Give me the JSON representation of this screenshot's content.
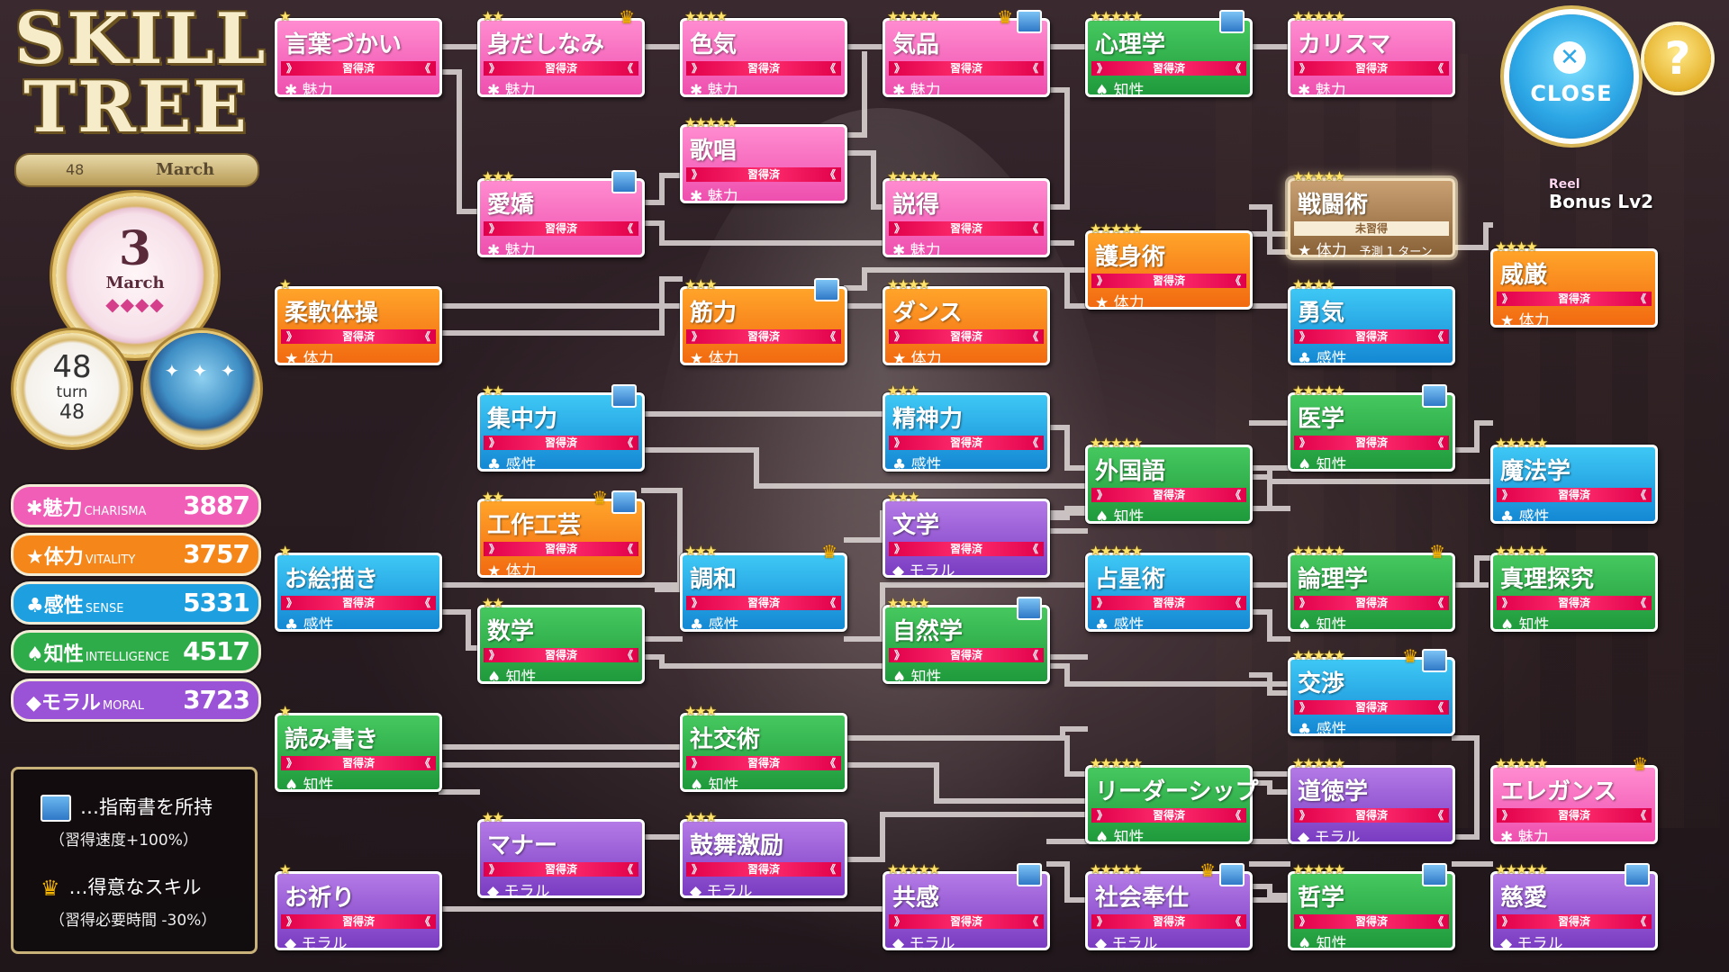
{
  "title": {
    "line1": "SKILL",
    "line2": "TREE"
  },
  "calendar": {
    "turn_label": "turn",
    "turn_small": "48",
    "month_small": "March",
    "day": "3",
    "month": "March",
    "month_marks": "◆◆◆◆"
  },
  "turn": {
    "value": "48",
    "label": "turn",
    "remaining": "48"
  },
  "sky": {
    "stars": "✦ ✦ ✦"
  },
  "stats": [
    {
      "icon": "✱",
      "label": "魅力",
      "sub": "CHARISMA",
      "value": "3887",
      "color": "#f05eb7"
    },
    {
      "icon": "★",
      "label": "体力",
      "sub": "VITALITY",
      "value": "3757",
      "color": "#f5861a"
    },
    {
      "icon": "♣",
      "label": "感性",
      "sub": "SENSE",
      "value": "5331",
      "color": "#1ea0e0"
    },
    {
      "icon": "♠",
      "label": "知性",
      "sub": "INTELLIGENCE",
      "value": "4517",
      "color": "#2eac4a"
    },
    {
      "icon": "◆",
      "label": "モラル",
      "sub": "MORAL",
      "value": "3723",
      "color": "#9a52d6"
    }
  ],
  "legend": {
    "book": "…指南書を所持",
    "book_note": "（習得速度+100%）",
    "crown": "…得意なスキル",
    "crown_note": "（習得必要時間 -30%）"
  },
  "band_learned": "習得済",
  "skills": [
    {
      "id": "kotobazukai",
      "name": "言葉づかい",
      "stars": "★",
      "cat": "✱ 魅力",
      "color": "pink"
    },
    {
      "id": "midashinami",
      "name": "身だしなみ",
      "stars": "★★",
      "cat": "✱ 魅力",
      "color": "pink",
      "crown": true
    },
    {
      "id": "iroke",
      "name": "色気",
      "stars": "★★★★",
      "cat": "✱ 魅力",
      "color": "pink"
    },
    {
      "id": "kihin",
      "name": "気品",
      "stars": "★★★★★",
      "cat": "✱ 魅力",
      "color": "pink",
      "crown": true,
      "book": true
    },
    {
      "id": "shinrigaku",
      "name": "心理学",
      "stars": "★★★★★",
      "cat": "♠ 知性",
      "color": "green",
      "book": true
    },
    {
      "id": "charisma",
      "name": "カリスマ",
      "stars": "★★★★★",
      "cat": "✱ 魅力",
      "color": "pink"
    },
    {
      "id": "kasho",
      "name": "歌唱",
      "stars": "★★★★★",
      "cat": "✱ 魅力",
      "color": "pink"
    },
    {
      "id": "aikyo",
      "name": "愛嬌",
      "stars": "★★★",
      "cat": "✱ 魅力",
      "color": "pink",
      "book": true
    },
    {
      "id": "settoku",
      "name": "説得",
      "stars": "★★★★★",
      "cat": "✱ 魅力",
      "color": "pink"
    },
    {
      "id": "sentojutsu",
      "name": "戦闘術",
      "stars": "★★★★★",
      "cat": "★ 体力",
      "color": "locked",
      "band": "未習得",
      "forecast": "予測 1 ターン"
    },
    {
      "id": "goshinjutsu",
      "name": "護身術",
      "stars": "★★★★★",
      "cat": "★ 体力",
      "color": "orange"
    },
    {
      "id": "igen",
      "name": "威厳",
      "stars": "★★★★",
      "cat": "★ 体力",
      "color": "orange"
    },
    {
      "id": "junantaiso",
      "name": "柔軟体操",
      "stars": "★",
      "cat": "★ 体力",
      "color": "orange"
    },
    {
      "id": "kinryoku",
      "name": "筋力",
      "stars": "★★★",
      "cat": "★ 体力",
      "color": "orange",
      "book": true
    },
    {
      "id": "dance",
      "name": "ダンス",
      "stars": "★★★★",
      "cat": "★ 体力",
      "color": "orange"
    },
    {
      "id": "yuki",
      "name": "勇気",
      "stars": "★★★★",
      "cat": "♣ 感性",
      "color": "blue"
    },
    {
      "id": "shuchuryoku",
      "name": "集中力",
      "stars": "★★",
      "cat": "♣ 感性",
      "color": "blue",
      "book": true
    },
    {
      "id": "seishinryoku",
      "name": "精神力",
      "stars": "★★★",
      "cat": "♣ 感性",
      "color": "blue"
    },
    {
      "id": "igaku",
      "name": "医学",
      "stars": "★★★★★",
      "cat": "♠ 知性",
      "color": "green",
      "book": true
    },
    {
      "id": "gaikokugo",
      "name": "外国語",
      "stars": "★★★★★",
      "cat": "♠ 知性",
      "color": "green"
    },
    {
      "id": "mahogaku",
      "name": "魔法学",
      "stars": "★★★★★",
      "cat": "♣ 感性",
      "color": "blue"
    },
    {
      "id": "kosakukogei",
      "name": "工作工芸",
      "stars": "★★",
      "cat": "★ 体力",
      "color": "orange",
      "crown": true,
      "book": true
    },
    {
      "id": "bungaku",
      "name": "文学",
      "stars": "★★★",
      "cat": "◆ モラル",
      "color": "purple"
    },
    {
      "id": "oekaki",
      "name": "お絵描き",
      "stars": "★",
      "cat": "♣ 感性",
      "color": "blue"
    },
    {
      "id": "chowa",
      "name": "調和",
      "stars": "★★★",
      "cat": "♣ 感性",
      "color": "blue",
      "crown": true
    },
    {
      "id": "senseijutsu",
      "name": "占星術",
      "stars": "★★★★★",
      "cat": "♣ 感性",
      "color": "blue"
    },
    {
      "id": "ronrigaku",
      "name": "論理学",
      "stars": "★★★★★",
      "cat": "♠ 知性",
      "color": "green",
      "crown": true
    },
    {
      "id": "shinritankyu",
      "name": "真理探究",
      "stars": "★★★★★",
      "cat": "♠ 知性",
      "color": "green"
    },
    {
      "id": "sugaku",
      "name": "数学",
      "stars": "★★",
      "cat": "♠ 知性",
      "color": "green"
    },
    {
      "id": "shizengaku",
      "name": "自然学",
      "stars": "★★★★",
      "cat": "♠ 知性",
      "color": "green",
      "book": true
    },
    {
      "id": "kosho",
      "name": "交渉",
      "stars": "★★★★★",
      "cat": "♣ 感性",
      "color": "blue",
      "crown": true,
      "book": true
    },
    {
      "id": "yomikaki",
      "name": "読み書き",
      "stars": "★",
      "cat": "♠ 知性",
      "color": "green"
    },
    {
      "id": "shakojutsu",
      "name": "社交術",
      "stars": "★★★",
      "cat": "♠ 知性",
      "color": "green"
    },
    {
      "id": "leadership",
      "name": "リーダーシップ",
      "stars": "★★★★★",
      "cat": "♠ 知性",
      "color": "green"
    },
    {
      "id": "dotokugaku",
      "name": "道徳学",
      "stars": "★★★★★",
      "cat": "◆ モラル",
      "color": "purple"
    },
    {
      "id": "elegance",
      "name": "エレガンス",
      "stars": "★★★★★",
      "cat": "✱ 魅力",
      "color": "pink",
      "crown": true
    },
    {
      "id": "manner",
      "name": "マナー",
      "stars": "★★",
      "cat": "◆ モラル",
      "color": "purple"
    },
    {
      "id": "kobugekirei",
      "name": "鼓舞激励",
      "stars": "★★★",
      "cat": "◆ モラル",
      "color": "purple"
    },
    {
      "id": "oinori",
      "name": "お祈り",
      "stars": "★",
      "cat": "◆ モラル",
      "color": "purple"
    },
    {
      "id": "kyokan",
      "name": "共感",
      "stars": "★★★★★",
      "cat": "◆ モラル",
      "color": "purple",
      "book": true
    },
    {
      "id": "shakaihoshi",
      "name": "社会奉仕",
      "stars": "★★★★★",
      "cat": "◆ モラル",
      "color": "purple",
      "crown": true,
      "book": true
    },
    {
      "id": "tetsugaku",
      "name": "哲学",
      "stars": "★★★★★",
      "cat": "♠ 知性",
      "color": "green",
      "book": true
    },
    {
      "id": "jiai",
      "name": "慈愛",
      "stars": "★★★★★",
      "cat": "◆ モラル",
      "color": "purple",
      "book": true
    }
  ],
  "reel_bonus": {
    "tag": "Reel",
    "text": "Bonus Lv2"
  },
  "close_label": "CLOSE",
  "help_label": "?"
}
